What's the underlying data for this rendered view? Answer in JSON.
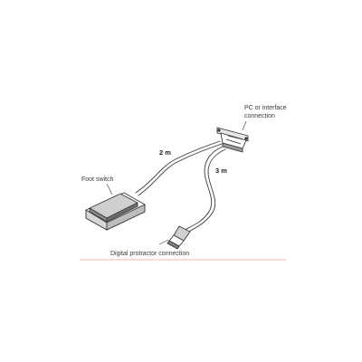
{
  "labels": {
    "pc_connection_line1": "PC or interface",
    "pc_connection_line2": "connection",
    "cable_length_2m": "2 m",
    "cable_length_3m": "3 m",
    "foot_switch": "Foot switch",
    "digital_protractor_connection": "Digital protractor connection"
  },
  "colors": {
    "line": "#3a3a3a",
    "baseline": "#f2c8c0"
  }
}
